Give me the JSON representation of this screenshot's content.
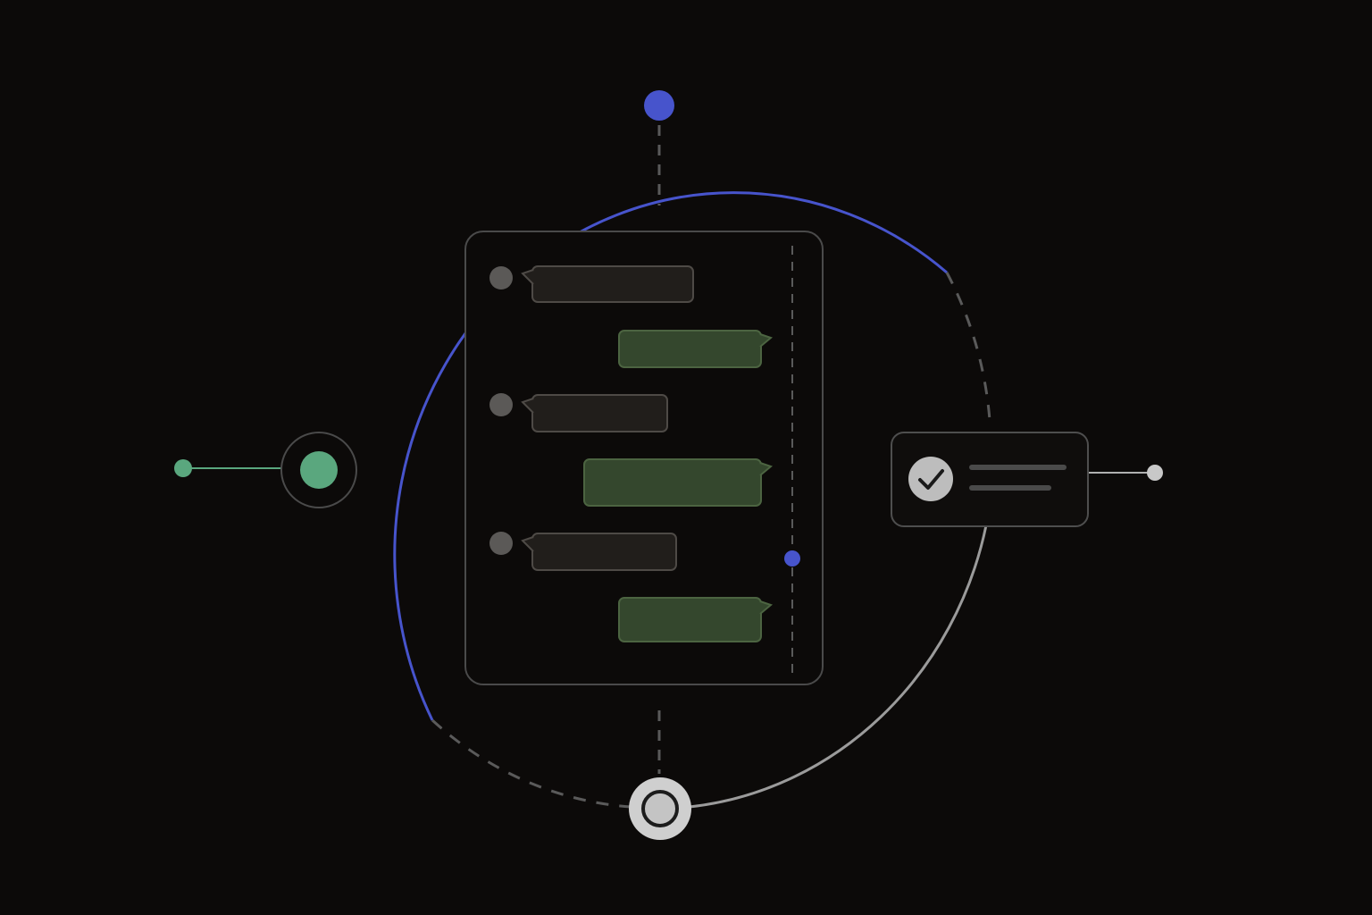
{
  "colors": {
    "background": "#0c0a09",
    "ring_accent": "#4754cc",
    "ring_neutral": "#9b9b9b",
    "ring_dashed": "#5a5a5a",
    "node_green": "#5aa77e",
    "node_green_dot": "#5aa77e",
    "panel_stroke": "#4a4a4a",
    "incoming_bubble_fill": "#211e1b",
    "incoming_bubble_stroke": "#4e4a46",
    "outgoing_bubble_fill": "#34472d",
    "outgoing_bubble_stroke": "#4c6441",
    "avatar_fill": "#5b5957",
    "check_badge_fill": "#bdbdbd",
    "check_line": "#4a4a4a"
  },
  "nodes": {
    "top": "blue-dot-node",
    "left": "green-dot-node",
    "bottom": "target-ring-node",
    "right": "check-card-node"
  },
  "conversation": {
    "messages": [
      {
        "sender": "incoming",
        "size": "wide"
      },
      {
        "sender": "outgoing",
        "size": "medium"
      },
      {
        "sender": "incoming",
        "size": "narrow"
      },
      {
        "sender": "outgoing",
        "size": "wide"
      },
      {
        "sender": "incoming",
        "size": "narrow"
      },
      {
        "sender": "outgoing",
        "size": "medium"
      }
    ],
    "scroll_position": 0.72
  },
  "status_card": {
    "icon": "check-icon",
    "state": "complete"
  }
}
